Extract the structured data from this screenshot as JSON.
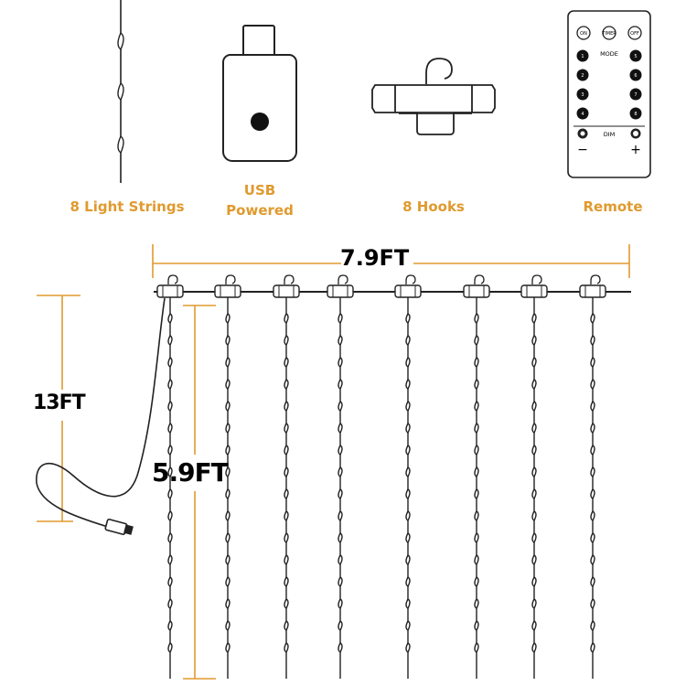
{
  "colors": {
    "label": "#e09a2e",
    "line": "#222222",
    "white": "#ffffff"
  },
  "components": [
    {
      "label": "8 Light Strings",
      "icon": "light-string-icon"
    },
    {
      "label_line1": "USB",
      "label_line2": "Powered",
      "icon": "usb-plug-icon"
    },
    {
      "label": "8 Hooks",
      "icon": "hook-icon"
    },
    {
      "label": "Remote",
      "icon": "remote-control-icon"
    }
  ],
  "remote": {
    "top_buttons": [
      "ON",
      "TIMER",
      "OFF"
    ],
    "mode_label": "MODE",
    "number_buttons": [
      "1",
      "2",
      "3",
      "4",
      "5",
      "6",
      "7",
      "8"
    ],
    "dim_label": "DIM",
    "minus": "−",
    "plus": "+"
  },
  "dimensions": {
    "width": "7.9FT",
    "cable_length": "13FT",
    "string_length": "5.9FT"
  },
  "string_count": 8
}
